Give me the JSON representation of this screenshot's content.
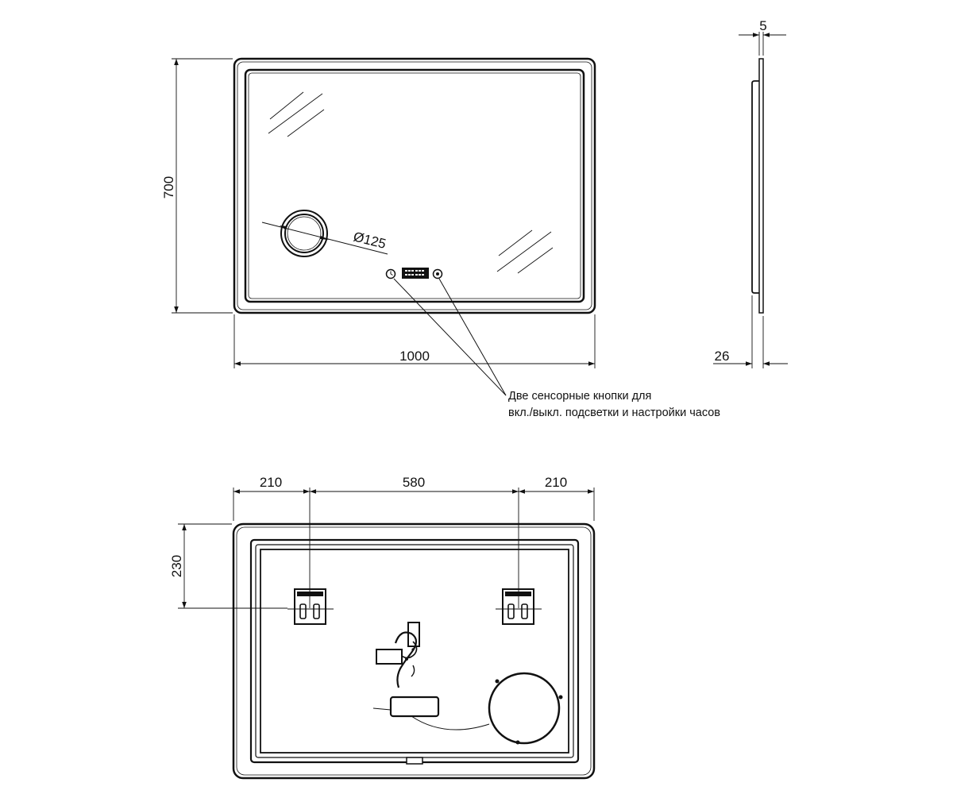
{
  "front_view": {
    "width_label": "1000",
    "height_label": "700",
    "magnifier_label": "Ø125"
  },
  "side_view": {
    "thickness_label": "26",
    "panel_label": "5"
  },
  "callout": {
    "line1": "Две сенсорные кнопки для",
    "line2": "вкл./выкл. подсветки и настройки часов"
  },
  "back_view": {
    "left_offset_label": "210",
    "center_span_label": "580",
    "right_offset_label": "210",
    "top_offset_label": "230"
  },
  "colors": {
    "line": "#111111",
    "background": "#ffffff"
  }
}
